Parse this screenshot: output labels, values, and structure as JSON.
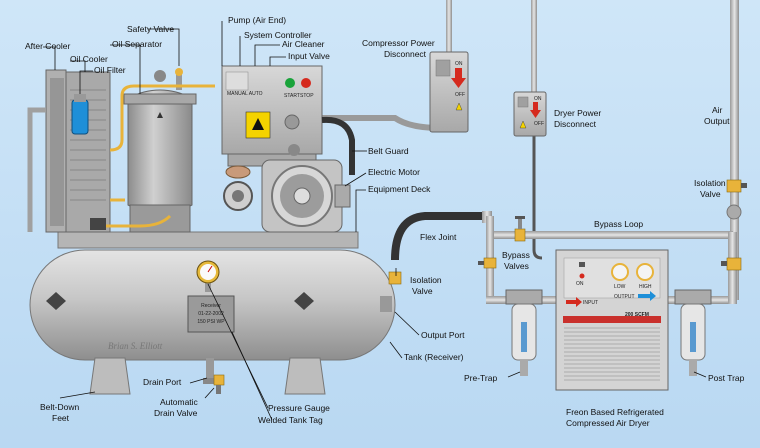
{
  "labels": {
    "safety_valve": "Safety Valve",
    "pump_air_end": "Pump (Air End)",
    "after_cooler": "After Cooler",
    "oil_separator": "Oil Separator",
    "system_controller": "System Controller",
    "oil_cooler": "Oil Cooler",
    "air_cleaner": "Air Cleaner",
    "oil_filter": "Oil Filter",
    "input_valve": "Input Valve",
    "compressor_power_disconnect": [
      "Compressor Power",
      "Disconnect"
    ],
    "dryer_power_disconnect": [
      "Dryer Power",
      "Disconnect"
    ],
    "air_output": [
      "Air",
      "Output"
    ],
    "isolation_valve_right": [
      "Isolation",
      "Valve"
    ],
    "belt_guard": "Belt Guard",
    "electric_motor": "Electric Motor",
    "equipment_deck": "Equipment Deck",
    "bypass_loop": "Bypass Loop",
    "flex_joint": "Flex Joint",
    "bypass_valves": [
      "Bypass",
      "Valves"
    ],
    "isolation_valve_left": [
      "Isolation",
      "Valve"
    ],
    "output_port": "Output Port",
    "tank_receiver": "Tank (Receiver)",
    "pre_trap": "Pre-Trap",
    "post_trap": "Post Trap",
    "drain_port": "Drain Port",
    "belt_down_feet": [
      "Belt-Down",
      "Feet"
    ],
    "automatic_drain_valve": [
      "Automatic",
      "Drain Valve"
    ],
    "pressure_gauge": "Pressure Gauge",
    "welded_tank_tag": "Welded Tank Tag",
    "freon_dryer": [
      "Freon Based Refrigerated",
      "Compressed Air Dryer"
    ]
  },
  "tank_tag": [
    "Receiver",
    "01-22-2002",
    "150 PSI WP"
  ],
  "signature": "Brian S. Elliott",
  "dryer_panel": {
    "rating": "200 SCFM",
    "inlet": "INPUT",
    "outlet": "OUTPUT",
    "power": "ON",
    "gauge_left": "LOW",
    "gauge_right": "HIGH"
  },
  "controller_panel": {
    "buttons": [
      "START",
      "STOP"
    ],
    "selector": "MANUAL AUTO"
  },
  "switch_panel": {
    "on": "ON",
    "off": "OFF"
  },
  "colors": {
    "background": "#c5e0f5",
    "equipment_gray": "#b8b8b8",
    "oil_line": "#e8b33a",
    "filter_blue": "#1e8fd8",
    "warning_yellow": "#f4d300",
    "stop_red": "#d52a1e"
  }
}
